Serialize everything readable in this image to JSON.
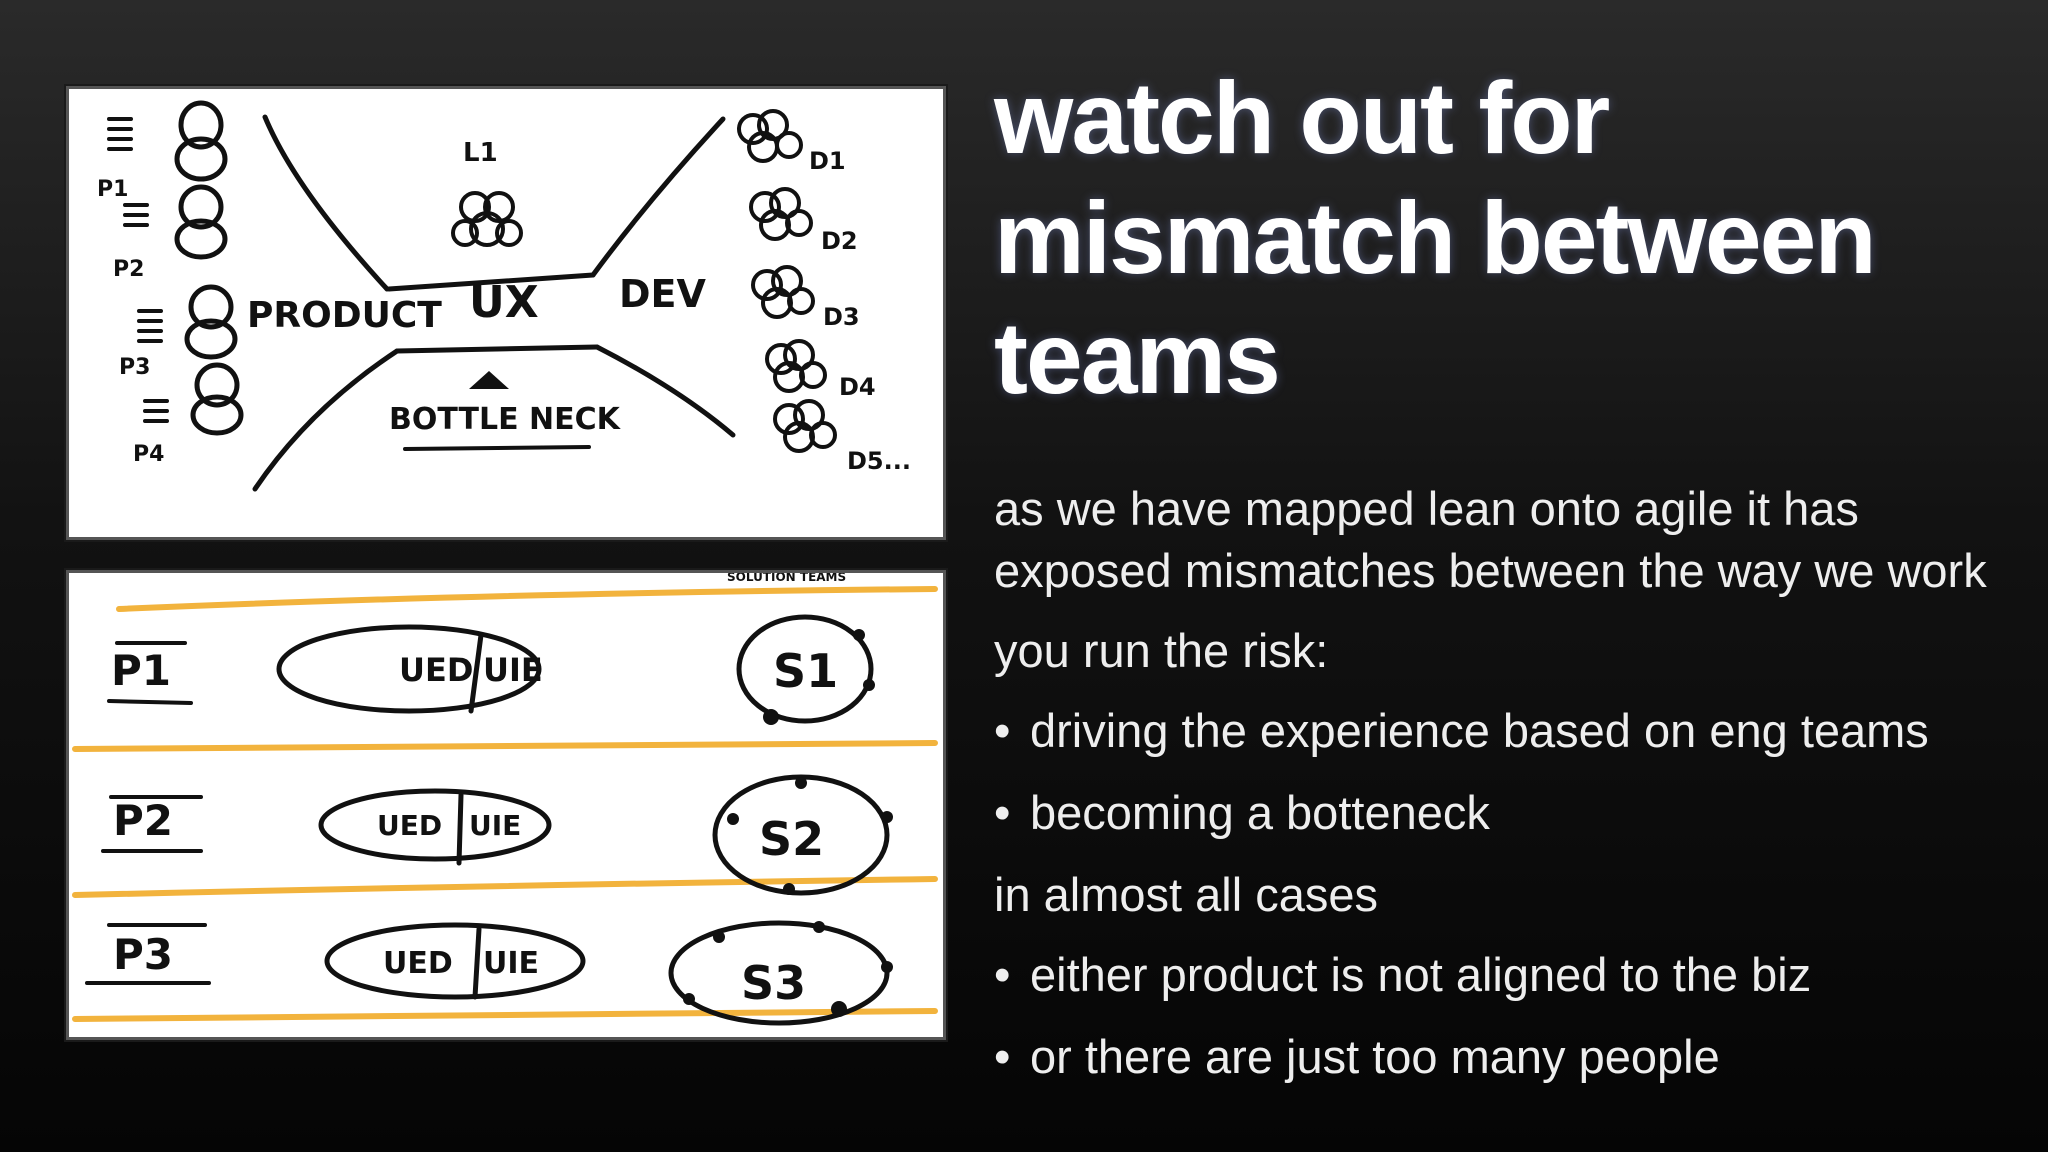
{
  "slide": {
    "title": "watch out for mismatch between teams",
    "paragraphs": [
      "as we have mapped lean onto agile it has exposed mismatches between the way we work",
      "you run the risk:",
      "in almost all cases"
    ],
    "bullets": [
      "driving the experience based on eng teams",
      "becoming a botteneck",
      "either product is not aligned to the biz",
      "or there are just too many people"
    ],
    "bullet_char": "•"
  },
  "sketch_top": {
    "product_labels": [
      "P1",
      "P2",
      "P3",
      "P4"
    ],
    "product": "PRODUCT",
    "ux": "UX",
    "dev": "DEV",
    "lead": "L1",
    "bottleneck": "BOTTLE NECK",
    "dev_labels": [
      "D1",
      "D2",
      "D3",
      "D4",
      "D5..."
    ]
  },
  "sketch_bottom": {
    "header": "SOLUTION TEAMS",
    "rows": [
      {
        "p": "P1",
        "left": "UED",
        "right": "UIE",
        "s": "S1"
      },
      {
        "p": "P2",
        "left": "UED",
        "right": "UIE",
        "s": "S2"
      },
      {
        "p": "P3",
        "left": "UED",
        "right": "UIE",
        "s": "S3"
      }
    ],
    "line_color": "#f2b33d"
  }
}
